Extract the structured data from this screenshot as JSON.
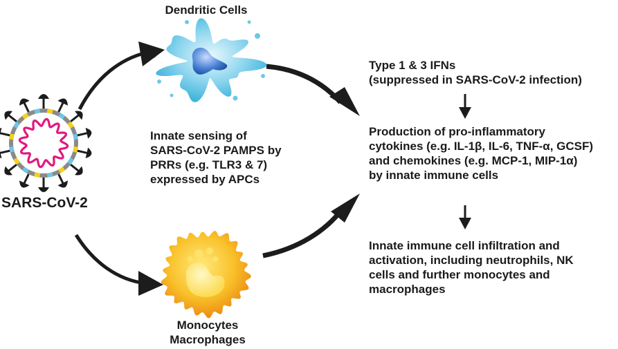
{
  "virus": {
    "label": "SARS-CoV-2"
  },
  "dendritic": {
    "label": "Dendritic Cells"
  },
  "monocytes": {
    "label_line1": "Monocytes",
    "label_line2": "Macrophages"
  },
  "sensing": {
    "lines": [
      "Innate sensing of",
      "SARS-CoV-2 PAMPS by",
      "PRRs (e.g. TLR3 & 7)",
      "expressed by APCs"
    ]
  },
  "step1": {
    "lines": [
      "Type 1 & 3 IFNs",
      "(suppressed in SARS-CoV-2 infection)"
    ]
  },
  "step2": {
    "lines": [
      "Production of pro-inflammatory",
      "cytokines (e.g. IL-1β, IL-6, TNF-α, GCSF)",
      "and chemokines  (e.g. MCP-1, MIP-1α)",
      "by innate immune cells"
    ]
  },
  "step3": {
    "lines": [
      "Innate immune cell infiltration and",
      "activation, including neutrophils, NK",
      "cells and further monocytes and",
      "macrophages"
    ]
  },
  "colors": {
    "arrow": "#1c1c1c",
    "virus_ring": "#8a8a8a",
    "rna": "#e0197d",
    "spike": "#1c1c1c",
    "protein_yellow": "#f4d21c",
    "protein_blue": "#6fc5e8",
    "dendritic_body": "#7fd0ea",
    "dendritic_nucleus": "#2e6fc0",
    "macrophage_body": "#f7b51c",
    "macrophage_core": "#fde36a"
  }
}
